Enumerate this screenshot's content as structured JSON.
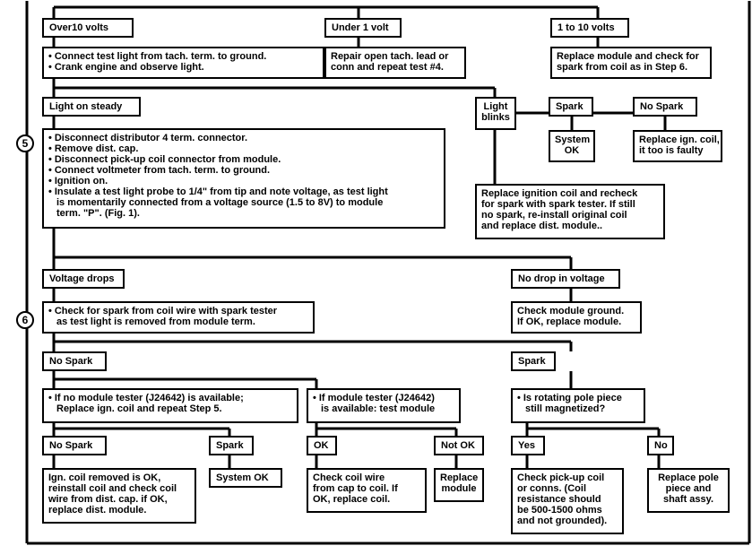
{
  "steps": {
    "five": "5",
    "six": "6"
  },
  "boxes": {
    "over10": "Over10 volts",
    "under1": "Under 1 volt",
    "one_to_ten": "1 to 10 volts",
    "over10_actions": [
      "Connect test light from tach. term. to ground.",
      "Crank engine and observe light."
    ],
    "under1_action": [
      "Repair open tach. lead or",
      "conn and repeat test #4."
    ],
    "one_to_ten_action": [
      "Replace module and check for",
      "spark from coil as in Step 6."
    ],
    "light_on_steady": "Light on steady",
    "light_blinks": [
      "Light",
      "blinks"
    ],
    "spark_top": "Spark",
    "no_spark_top": "No Spark",
    "system_ok_top": [
      "System",
      "OK"
    ],
    "replace_ign_coil": [
      "Replace ign. coil,",
      "it too is faulty"
    ],
    "step5_actions": [
      "Disconnect distributor 4 term. connector.",
      "Remove dist. cap.",
      "Disconnect pick-up coil connector from module.",
      "Connect voltmeter from tach. term. to ground.",
      "Ignition on.",
      "Insulate a test light probe to 1/4\" from tip and note voltage, as test light",
      "is momentarily connected from a voltage source  (1.5  to 8V) to module",
      "term. \"P\". (Fig. 1)."
    ],
    "replace_ignition_coil_recheck": [
      "Replace ignition coil and recheck",
      "for spark with spark tester.  If still",
      "no spark, re-install original coil",
      "and replace dist. module.."
    ],
    "voltage_drops": "Voltage drops",
    "no_drop": "No drop in voltage",
    "step6_action": [
      "Check for spark from coil wire with spark tester",
      "as test light is removed from module term."
    ],
    "check_module_ground": [
      "Check module ground.",
      "If OK, replace module."
    ],
    "no_spark_mid": "No Spark",
    "spark_mid": "Spark",
    "no_tester": [
      "If no module tester (J24642) is available;",
      "Replace ign. coil and repeat Step 5."
    ],
    "with_tester": [
      "If module tester (J24642)",
      "is available: test module"
    ],
    "pole_piece": [
      "Is rotating pole piece",
      "still magnetized?"
    ],
    "no_spark_bot": "No Spark",
    "spark_bot": "Spark",
    "ok": "OK",
    "not_ok": "Not OK",
    "yes": "Yes",
    "no": "No",
    "coil_removed": [
      "Ign. coil removed is OK,",
      "reinstall coil and check coil",
      "wire from dist. cap.  if OK,",
      "replace dist. module."
    ],
    "system_ok_bot": "System OK",
    "check_coil_wire": [
      "Check coil wire",
      "from cap to coil.  If",
      "OK, replace coil."
    ],
    "replace_module": [
      "Replace",
      "module"
    ],
    "check_pickup": [
      "Check pick-up  coil",
      "or conns. (Coil",
      "resistance should",
      "be 500-1500  ohms",
      "and not grounded)."
    ],
    "replace_pole": [
      "Replace pole",
      "piece and",
      "shaft assy."
    ]
  }
}
